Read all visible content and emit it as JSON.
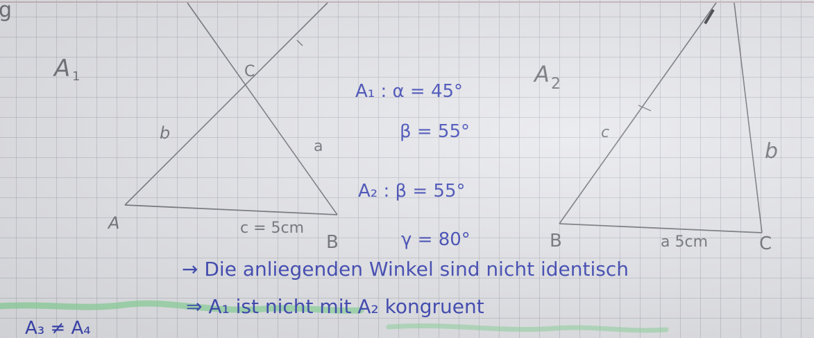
{
  "page_header_fragment": "g",
  "triangle_1": {
    "title": "A",
    "title_sub": "1",
    "vertex_a": "A",
    "vertex_b": "B",
    "vertex_c": "C",
    "side_a": "a",
    "side_b": "b",
    "side_c": "c = 5cm"
  },
  "triangle_2": {
    "title": "A",
    "title_sub": "2",
    "vertex_b": "B",
    "vertex_c": "C",
    "side_a": "a 5cm",
    "side_b": "b",
    "side_c": "c"
  },
  "notes": {
    "a1_line": "A₁ : α = 45°",
    "a1_beta": "β = 55°",
    "a2_line": "A₂ : β = 55°",
    "a2_gamma": "γ = 80°",
    "conclusion_1": "→ Die anliegenden Winkel sind nicht identisch",
    "conclusion_2": "⇒ A₁ ist nicht mit A₂ kongruent",
    "bottom_left": "A₃ ≠ A₄"
  },
  "colors": {
    "paper": "#e7e8ec",
    "pencil": "#6f7077",
    "ink": "#3b45b5",
    "highlighter": "#8fd9a0"
  }
}
